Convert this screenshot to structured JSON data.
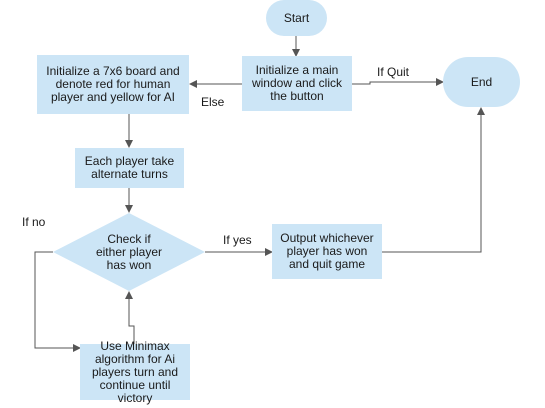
{
  "diagram": {
    "nodes": {
      "start": "Start",
      "init_window": "Initialize a main window and click the button",
      "end": "End",
      "init_board": "Initialize a 7x6 board and denote red for human player and yellow for AI",
      "alternate": "Each player take alternate turns",
      "check": "Check if either player has won",
      "output": "Output whichever player has won and quit game",
      "minimax": "Use Minimax algorithm for Ai players turn and continue until victory"
    },
    "edge_labels": {
      "if_quit": "If Quit",
      "else": "Else",
      "if_no": "If no",
      "if_yes": "If yes"
    },
    "colors": {
      "node_fill": "#cce5f6",
      "line": "#555555"
    }
  }
}
